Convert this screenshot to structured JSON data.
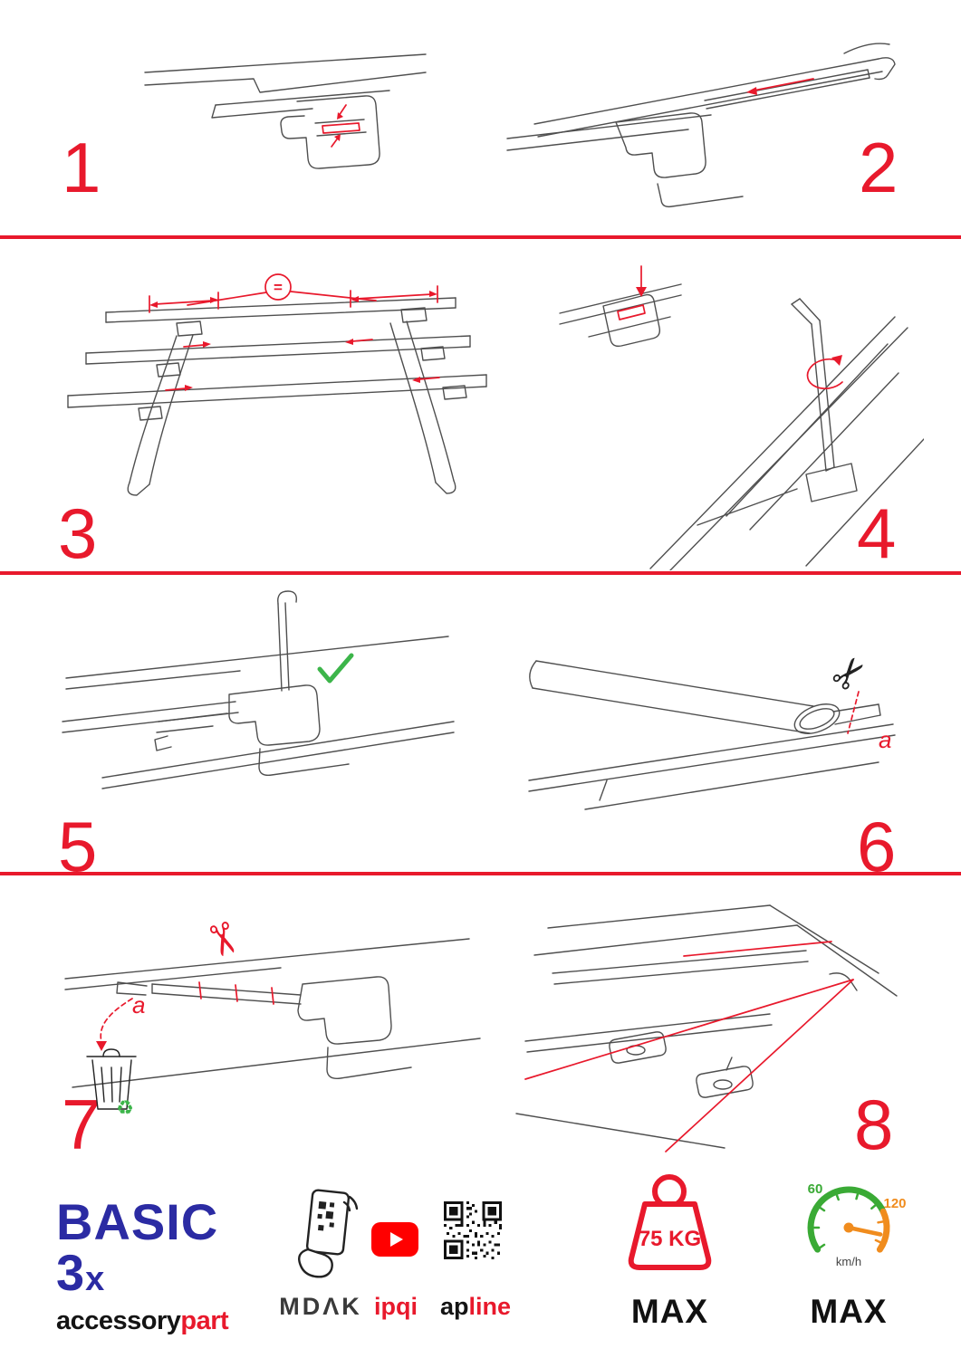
{
  "page": {
    "background": "#ffffff",
    "accent_red": "#e8192c"
  },
  "steps": [
    {
      "number": "1"
    },
    {
      "number": "2"
    },
    {
      "number": "3"
    },
    {
      "number": "4"
    },
    {
      "number": "5"
    },
    {
      "number": "6"
    },
    {
      "number": "7"
    },
    {
      "number": "8"
    }
  ],
  "annotations": {
    "equal_sign": "=",
    "cut_label_step6": "a",
    "cut_label_step7": "a"
  },
  "icons": {
    "scissors": "✂",
    "recycle": "♻"
  },
  "footer": {
    "product_name": "BASIC 3",
    "product_size_suffix": "x",
    "brand_part1": "accessory",
    "brand_part2": "part",
    "partner_mdak": "MDΛK",
    "partner_ipqi": "ipqi",
    "partner_apline_part1": "ap",
    "partner_apline_part2": "line",
    "max_load": "75 KG",
    "max_load_label": "MAX",
    "speed_low": "60",
    "speed_high": "120",
    "speed_unit": "km/h",
    "speed_max_label": "MAX"
  }
}
